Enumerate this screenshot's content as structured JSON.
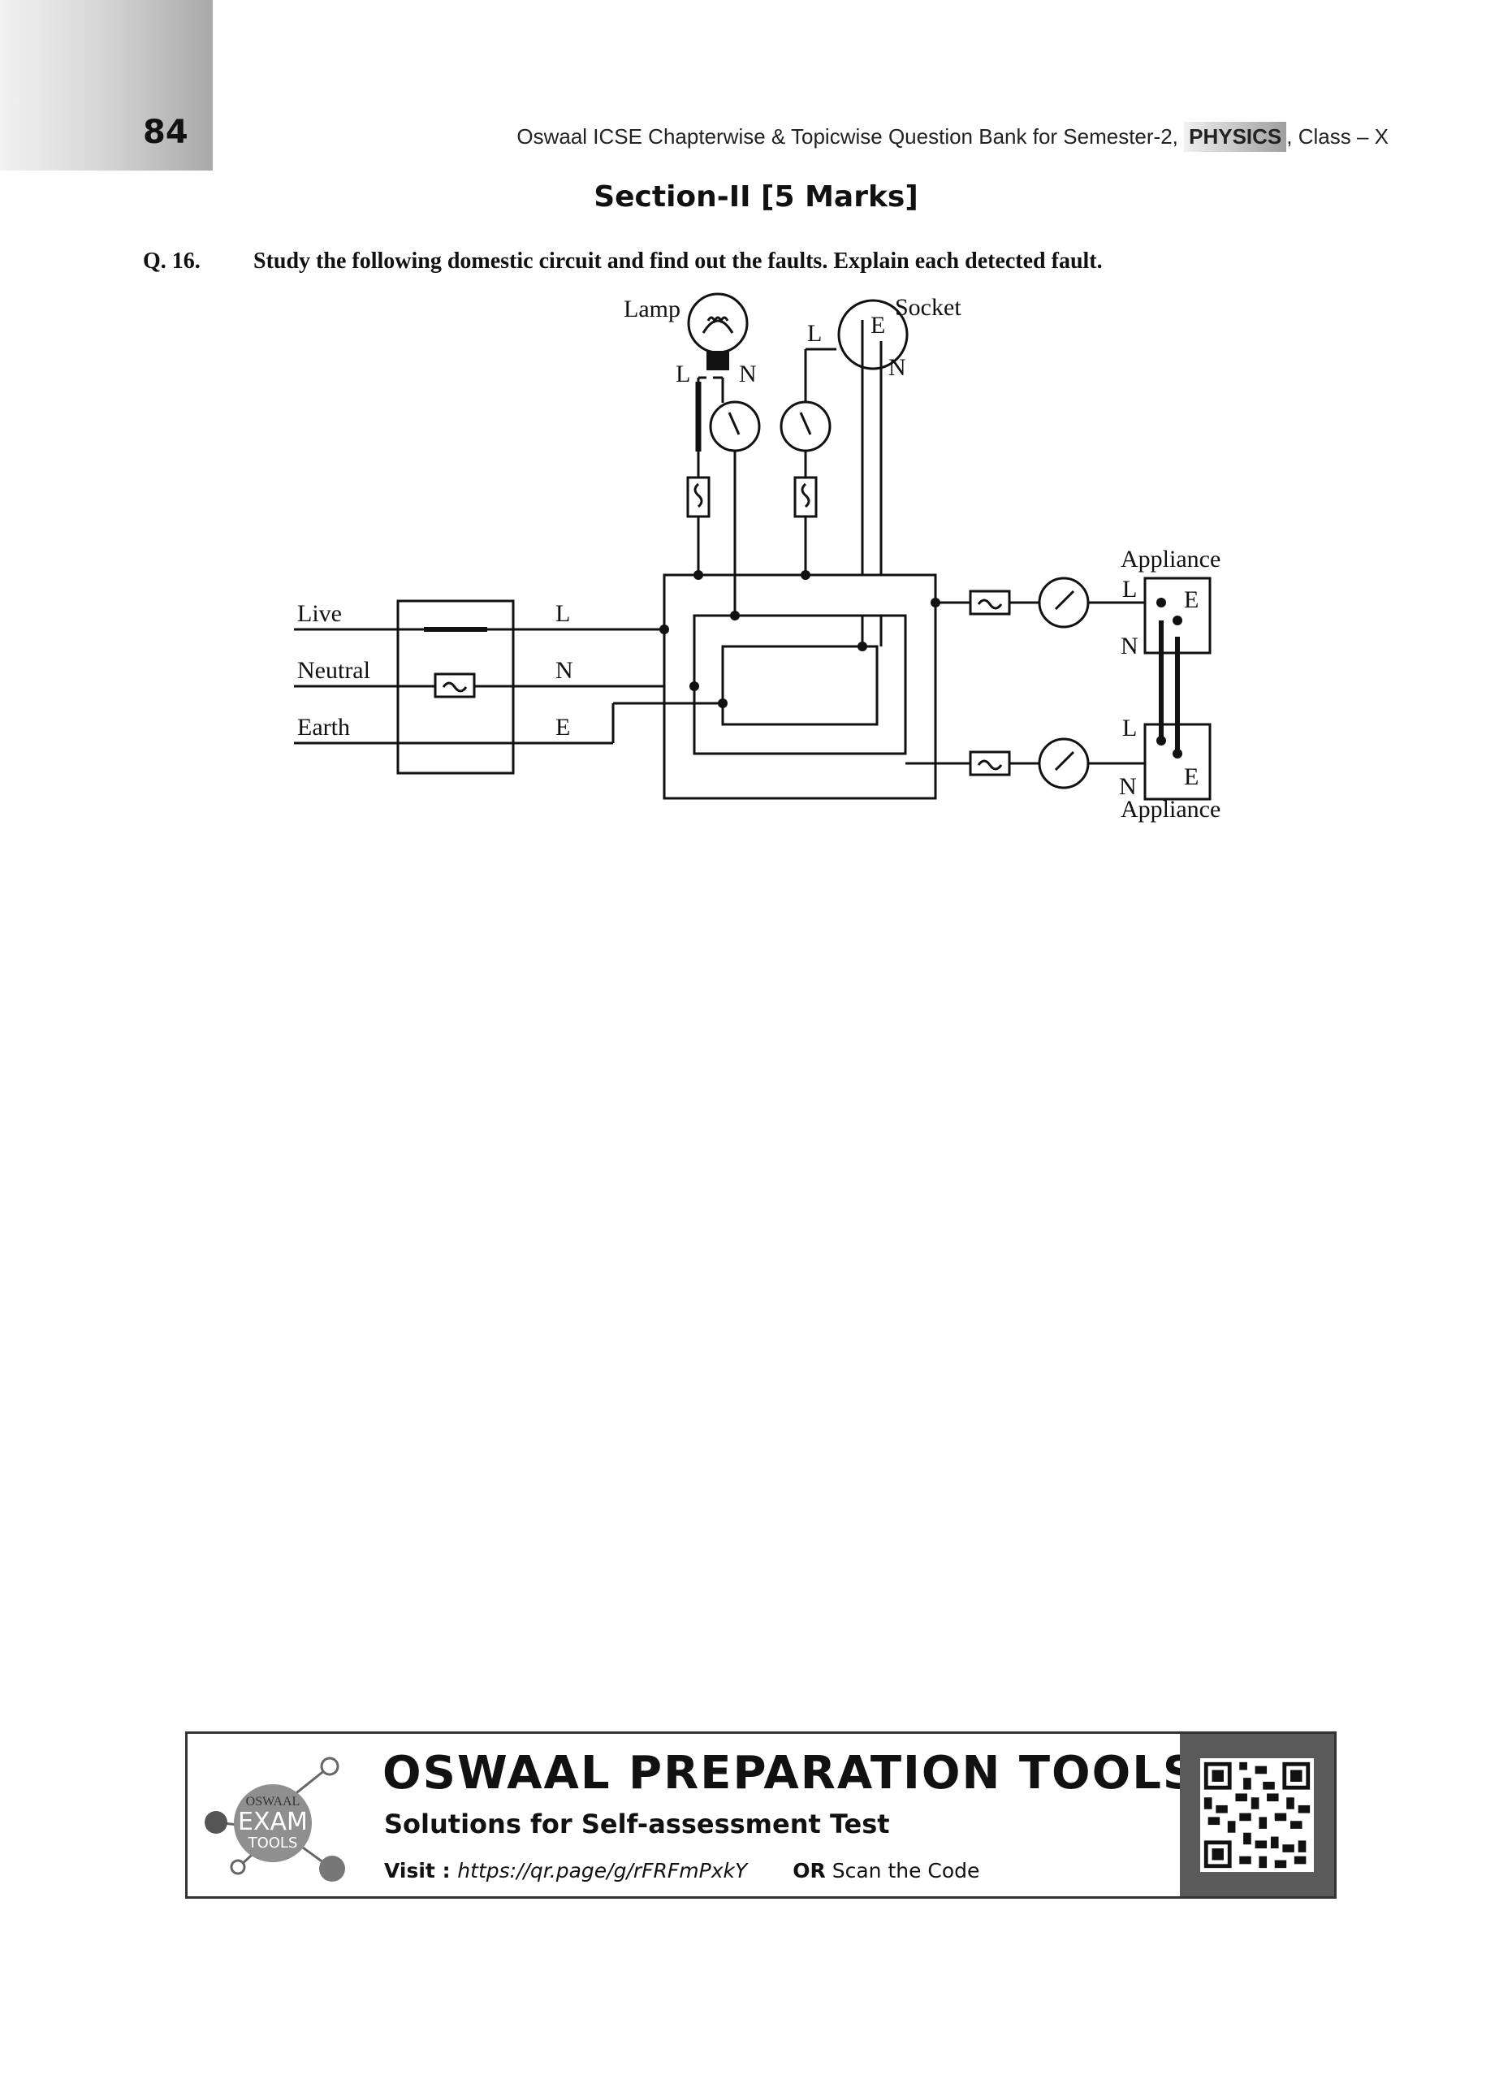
{
  "header": {
    "page_number": "84",
    "running_head_prefix": "Oswaal ICSE Chapterwise & Topicwise Question Bank for Semester-2, ",
    "running_head_subject": "PHYSICS",
    "running_head_suffix": ", Class – X"
  },
  "section": {
    "title": "Section-II [5 Marks]"
  },
  "question": {
    "number": "Q. 16.",
    "text": "Study the following domestic circuit and find out the faults. Explain each detected fault."
  },
  "diagram": {
    "labels": {
      "lamp": "Lamp",
      "socket": "Socket",
      "lamp_l": "L",
      "lamp_n": "N",
      "socket_l": "L",
      "socket_e": "E",
      "socket_n": "N",
      "live": "Live",
      "neutral": "Neutral",
      "earth": "Earth",
      "main_l": "L",
      "main_n": "N",
      "main_e": "E",
      "appliance_top": "Appliance",
      "app1_l": "L",
      "app1_e": "E",
      "app1_n": "N",
      "app2_l": "L",
      "app2_n": "N",
      "app2_e": "E",
      "appliance_bottom": "Appliance"
    }
  },
  "footer": {
    "logo_text": [
      "OSWAAL",
      "EXAM",
      "TOOLS"
    ],
    "title": "OSWAAL PREPARATION TOOLS",
    "subtitle": "Solutions for Self-assessment Test",
    "visit_label": "Visit : ",
    "visit_url": "https://qr.page/g/rFRFmPxkY",
    "or_label": "OR",
    "scan_text": " Scan the Code"
  }
}
